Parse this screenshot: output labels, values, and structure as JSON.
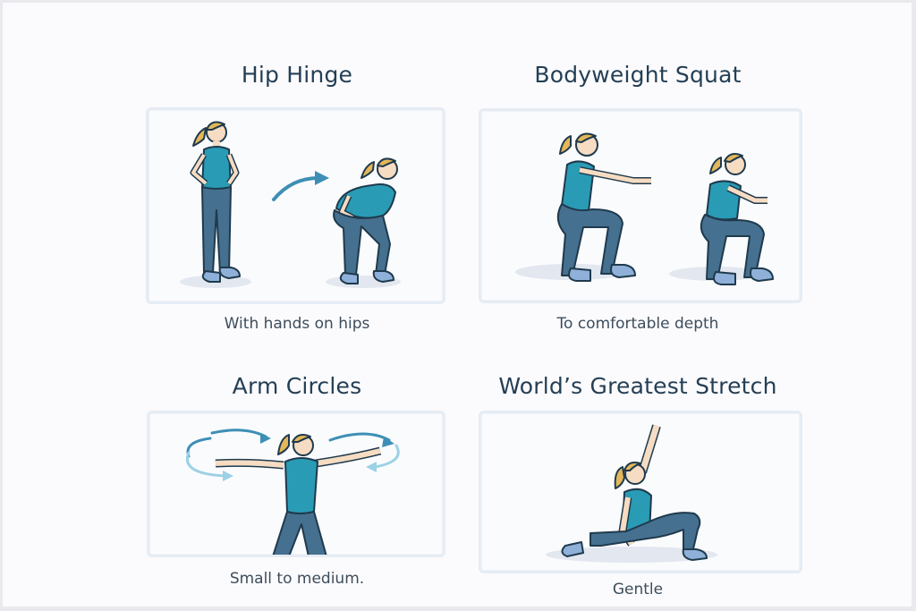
{
  "exercises": [
    {
      "title": "Hip Hinge",
      "caption": "With hands on hips",
      "illustration": "woman-standing-hands-on-hips-then-hinging-forward-with-arrow"
    },
    {
      "title": "Bodyweight Squat",
      "caption": "To comfortable depth",
      "illustration": "woman-squatting-arms-extended-two-poses"
    },
    {
      "title": "Arm Circles",
      "caption": "Small to medium.",
      "illustration": "woman-arms-outstretched-with-circular-arrows"
    },
    {
      "title": "World’s Greatest Stretch",
      "caption": "Gentle",
      "illustration": "woman-low-lunge-arm-reaching-up"
    }
  ],
  "colors": {
    "title": "#243f55",
    "caption": "#3d4d5c",
    "card_border": "#e6ecf4",
    "tank_top": "#2a9bb5",
    "leggings": "#46708f",
    "hair": "#e3b75a",
    "skin": "#f6dcc2",
    "shoes": "#8fb0d8",
    "arrow": "#3d8fb5"
  }
}
